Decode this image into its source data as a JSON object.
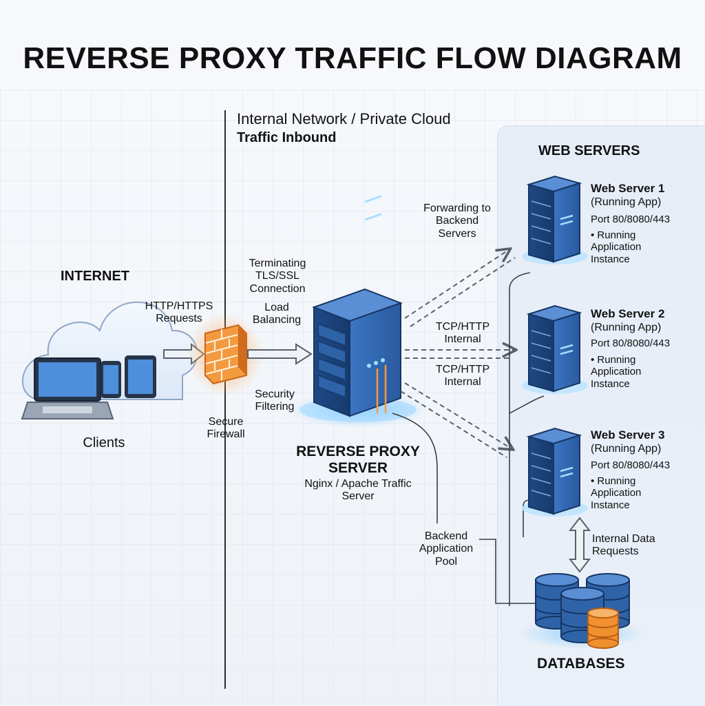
{
  "title": "REVERSE PROXY TRAFFIC FLOW DIAGRAM",
  "internal_network": {
    "label": "Internal Network / Private Cloud",
    "subtitle": "Traffic Inbound"
  },
  "internet": {
    "label": "INTERNET",
    "clients_label": "Clients",
    "requests_label": "HTTP/HTTPS Requests"
  },
  "firewall": {
    "label": "Secure Firewall"
  },
  "proxy": {
    "name": "REVERSE PROXY SERVER",
    "software": "Nginx / Apache Traffic Server",
    "functions": {
      "tls": "Terminating TLS/SSL Connection",
      "load": "Load Balancing",
      "security": "Security Filtering"
    }
  },
  "flows": {
    "forwarding": "Forwarding to Backend Servers",
    "tcp_http_1": "TCP/HTTP Internal",
    "tcp_http_2": "TCP/HTTP Internal",
    "backend_pool": "Backend Application Pool",
    "internal_data": "Internal Data Requests"
  },
  "web_servers": {
    "heading": "WEB SERVERS",
    "servers": [
      {
        "name": "Web Server 1",
        "sub": "(Running App)",
        "port": "Port 80/8080/443",
        "bullet": "• Running Application Instance"
      },
      {
        "name": "Web Server 2",
        "sub": "(Running App)",
        "port": "Port 80/8080/443",
        "bullet": "• Running Application Instance"
      },
      {
        "name": "Web Server 3",
        "sub": "(Running App)",
        "port": "Port 80/8080/443",
        "bullet": "• Running Application Instance"
      }
    ]
  },
  "databases": {
    "label": "DATABASES"
  },
  "colors": {
    "server_blue": "#2f63a8",
    "server_dark": "#1d3f73",
    "glow_blue": "#7fc4ff",
    "firewall_orange": "#f08a2c",
    "db_orange": "#f0902f",
    "arrow_gray": "#5a6069"
  }
}
